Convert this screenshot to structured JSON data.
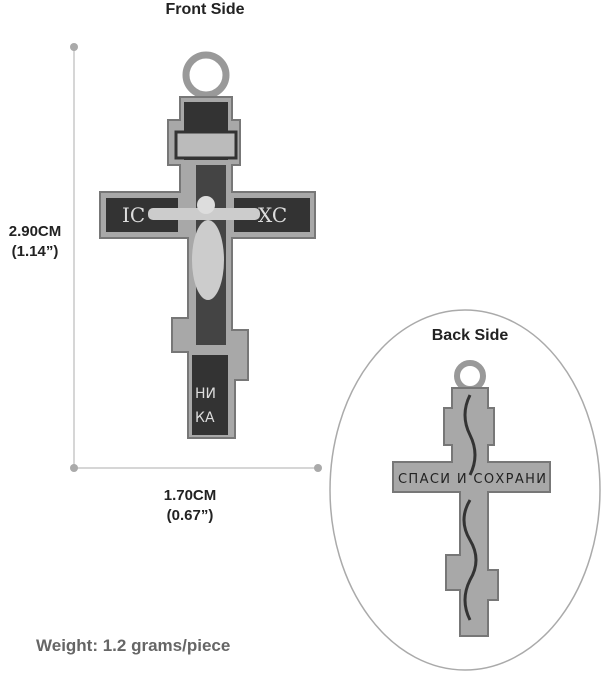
{
  "front": {
    "title": "Front Side"
  },
  "height": {
    "cm": "2.90CM",
    "inch": "(1.14”)"
  },
  "width": {
    "cm": "1.70CM",
    "inch": "(0.67”)"
  },
  "back": {
    "title": "Back Side",
    "inscription": "СПАСИ И СОХРАНИ"
  },
  "weight": "Weight: 1.2 grams/piece",
  "colors": {
    "metal": "#a9a9a9",
    "dark": "#2e2e2e",
    "line": "#d8d8d8"
  }
}
